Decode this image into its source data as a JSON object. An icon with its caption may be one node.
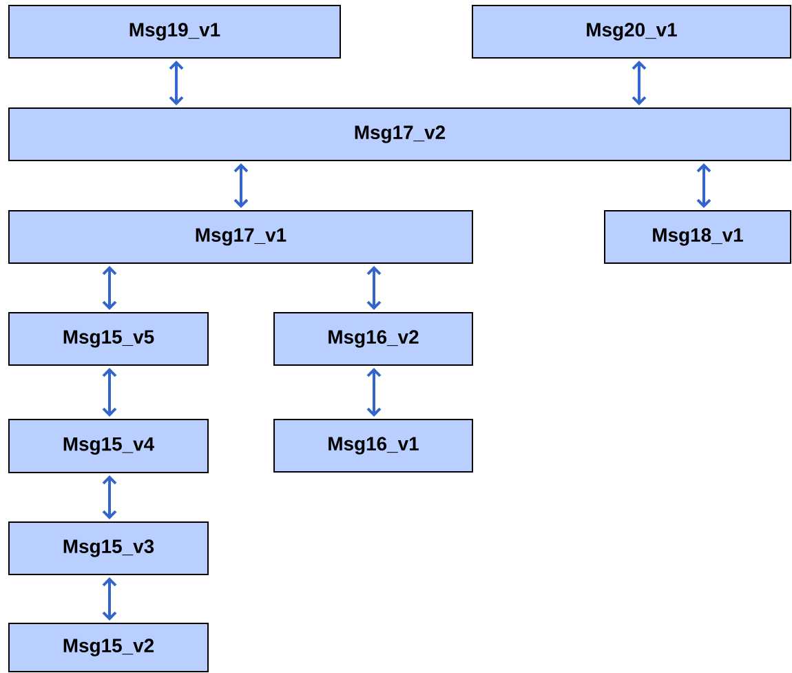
{
  "diagram": {
    "nodes": [
      {
        "text": [
          "Msg19_v1"
        ]
      },
      {
        "text": [
          "Msg20_v1"
        ]
      },
      {
        "text": [
          "Msg17_v2"
        ]
      },
      {
        "text": [
          "Msg17_v1"
        ]
      },
      {
        "text": [
          "Msg18_v1"
        ]
      },
      {
        "text": [
          "Msg15_v5"
        ]
      },
      {
        "text": [
          "Msg16_v2"
        ]
      },
      {
        "text": [
          "Msg15_v4"
        ]
      },
      {
        "text": [
          "Msg16_v1"
        ]
      },
      {
        "text": [
          "Msg15_v3"
        ]
      },
      {
        "text": [
          "Msg15_v2"
        ]
      }
    ],
    "edges": [
      {
        "from": 0,
        "to": 2,
        "arrow": "both"
      },
      {
        "from": 1,
        "to": 2,
        "arrow": "both"
      },
      {
        "from": 2,
        "to": 3,
        "arrow": "both"
      },
      {
        "from": 2,
        "to": 4,
        "arrow": "both"
      },
      {
        "from": 3,
        "to": 5,
        "arrow": "both"
      },
      {
        "from": 3,
        "to": 6,
        "arrow": "both"
      },
      {
        "from": 5,
        "to": 7,
        "arrow": "both"
      },
      {
        "from": 6,
        "to": 8,
        "arrow": "both"
      },
      {
        "from": 7,
        "to": 9,
        "arrow": "both"
      },
      {
        "from": 9,
        "to": 10,
        "arrow": "both"
      }
    ]
  }
}
